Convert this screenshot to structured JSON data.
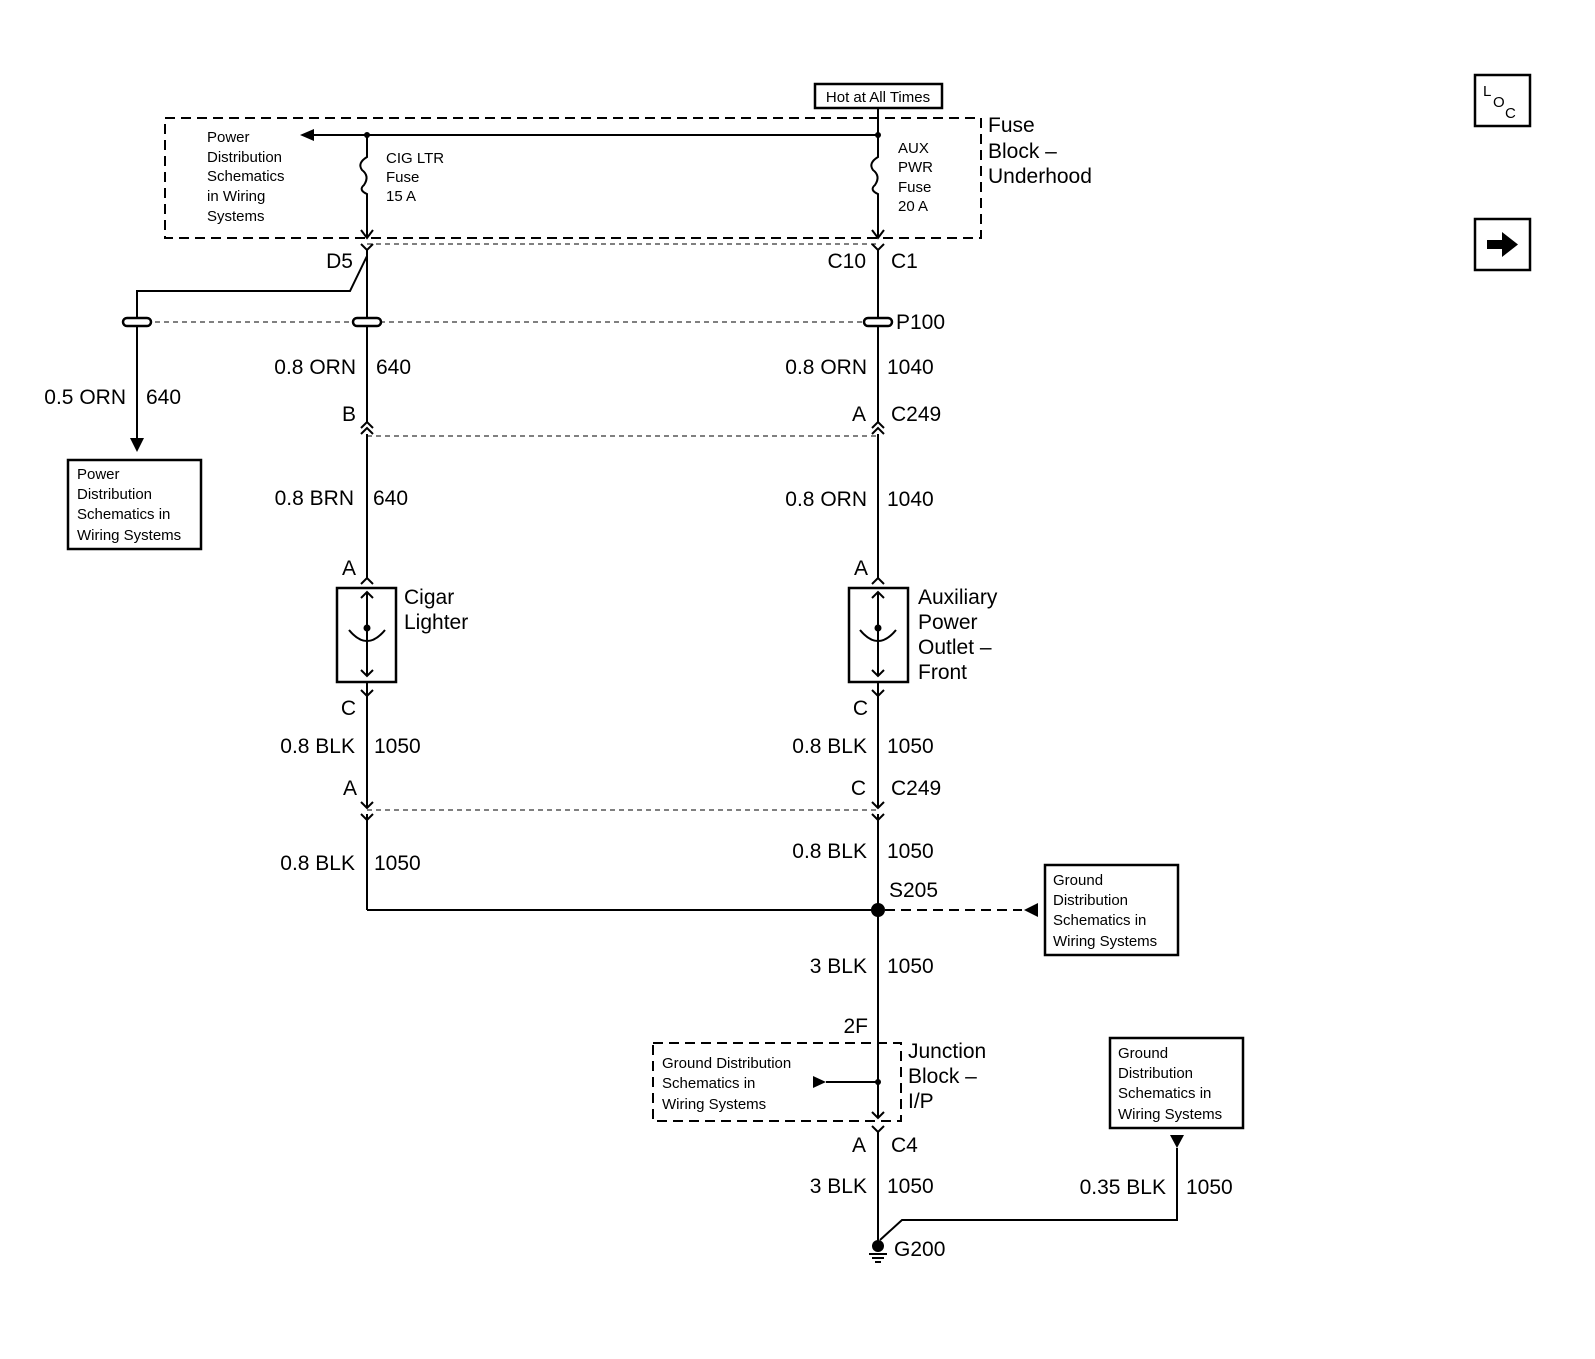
{
  "hot_label": "Hot at All Times",
  "fuse_block": {
    "line1": "Fuse",
    "line2": "Block –",
    "line3": "Underhood"
  },
  "power_dist_top": [
    "Power",
    "Distribution",
    "Schematics",
    "in Wiring",
    "Systems"
  ],
  "cig_fuse": [
    "CIG LTR",
    "Fuse",
    "15 A"
  ],
  "aux_fuse": [
    "AUX",
    "PWR",
    "Fuse",
    "20 A"
  ],
  "connectors": {
    "d5": "D5",
    "c10": "C10",
    "c1": "C1",
    "p100": "P100",
    "b": "B",
    "a_left": "A",
    "c249_top": "C249",
    "a_right": "A",
    "cig_a": "A",
    "cig_c": "C",
    "aux_a": "A",
    "aux_c": "C",
    "c249_low_a": "A",
    "c249_low_c": "C",
    "c249_low": "C249",
    "s205": "S205",
    "f2": "2F",
    "c4_a": "A",
    "c4": "C4",
    "g200": "G200"
  },
  "wires": {
    "w_left_branch": {
      "size": "0.5 ORN",
      "circuit": "640"
    },
    "w_left_1": {
      "size": "0.8 ORN",
      "circuit": "640"
    },
    "w_right_1": {
      "size": "0.8 ORN",
      "circuit": "1040"
    },
    "w_left_2": {
      "size": "0.8 BRN",
      "circuit": "640"
    },
    "w_right_2": {
      "size": "0.8 ORN",
      "circuit": "1040"
    },
    "w_left_3": {
      "size": "0.8 BLK",
      "circuit": "1050"
    },
    "w_right_3": {
      "size": "0.8 BLK",
      "circuit": "1050"
    },
    "w_left_4": {
      "size": "0.8 BLK",
      "circuit": "1050"
    },
    "w_right_4": {
      "size": "0.8 BLK",
      "circuit": "1050"
    },
    "w_trunk_1": {
      "size": "3 BLK",
      "circuit": "1050"
    },
    "w_trunk_2": {
      "size": "3 BLK",
      "circuit": "1050"
    },
    "w_ground_right": {
      "size": "0.35 BLK",
      "circuit": "1050"
    }
  },
  "power_dist_left": [
    "Power",
    "Distribution",
    "Schematics in",
    "Wiring Systems"
  ],
  "cigar_lighter": [
    "Cigar",
    "Lighter"
  ],
  "aux_outlet": [
    "Auxiliary",
    "Power",
    "Outlet –",
    "Front"
  ],
  "ground_dist_s205": [
    "Ground",
    "Distribution",
    "Schematics in",
    "Wiring Systems"
  ],
  "ground_dist_jb": [
    "Ground Distribution",
    "Schematics in",
    "Wiring Systems"
  ],
  "junction_block": [
    "Junction",
    "Block –",
    "I/P"
  ],
  "ground_dist_right": [
    "Ground",
    "Distribution",
    "Schematics in",
    "Wiring Systems"
  ],
  "nav": {
    "loc_l": "L",
    "loc_o": "O",
    "loc_c": "C",
    "next_icon": "right-arrow-icon"
  }
}
